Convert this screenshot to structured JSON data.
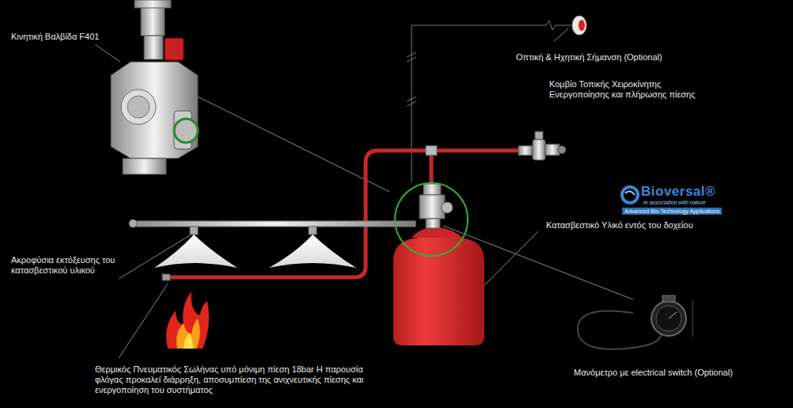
{
  "diagram": {
    "labels": [
      "Κινητική Βαλβίδα F401",
      "Οπτική & Ηχητική Σήμανση (Optional)",
      "Κομβίο Τοπικής Χειροκίνητης Ενεργοποίησης και πλήρωσης πίεσης",
      "Bioversal®",
      "in association with nature",
      "Advanced Bio-Technology Applications",
      "Κατασβεστικό Υλικό εντός του δοχείου",
      "Ακροφύσια εκτόξευσης του κατασβεστικού υλικού",
      "Θερμικός Πνευματικός Σωλήνας υπό μόνιμη πίεση 18bar Η παρουσία φλόγας προκαλεί διάρρηξη, αποσυμπίεση της ανιχνευτικής πίεσης και ενεργοποίηση του συστήματος",
      "Μανόμετρο με electrical switch (Optional)"
    ]
  }
}
